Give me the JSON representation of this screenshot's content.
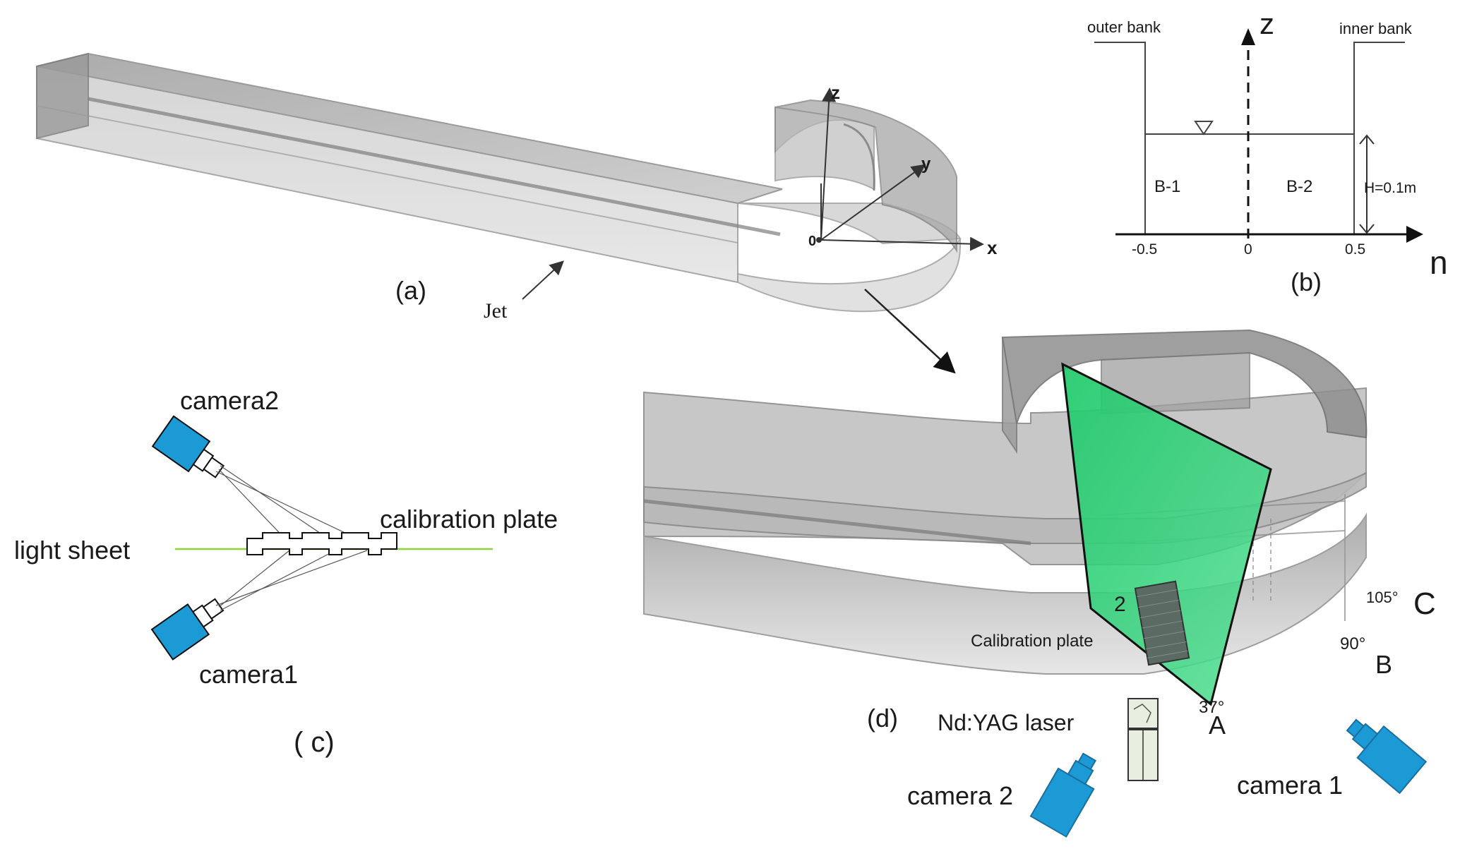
{
  "panels": {
    "a": {
      "label": "(a)",
      "jet_label": "Jet",
      "axis_x": "x",
      "axis_y": "y",
      "axis_z": "z",
      "origin": "0"
    },
    "b": {
      "label": "(b)",
      "outer_bank": "outer bank",
      "inner_bank": "inner bank",
      "axis_z": "z",
      "axis_n": "n",
      "region_1": "B-1",
      "region_2": "B-2",
      "depth": "H=0.1m",
      "tick_left": "-0.5",
      "tick_mid": "0",
      "tick_right": "0.5"
    },
    "c": {
      "label": "( c)",
      "camera2": "camera2",
      "camera1": "camera1",
      "light_sheet": "light sheet",
      "calibration_plate": "calibration plate"
    },
    "d": {
      "label": "(d)",
      "calibration_plate": "Calibration plate",
      "plate_number": "2",
      "laser": "Nd:YAG laser",
      "camera2": "camera 2",
      "camera1": "camera 1",
      "point_a": "A",
      "point_b": "B",
      "point_c": "C",
      "angle_a": "37°",
      "angle_b": "90°",
      "angle_c": "105°"
    }
  },
  "colors": {
    "camera_blue": "#1b9ad6",
    "light_sheet_green": "#2bd27a",
    "light_line": "#8bd23c",
    "flume_gray": "#bdbdbd"
  }
}
